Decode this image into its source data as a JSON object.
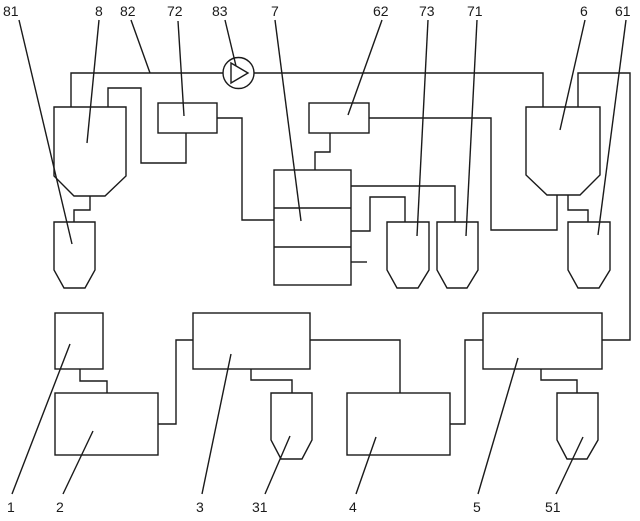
{
  "colors": {
    "line": "#1a1a1a",
    "background": "#ffffff"
  },
  "labels": {
    "l81": "81",
    "l8": "8",
    "l82": "82",
    "l72": "72",
    "l83": "83",
    "l7": "7",
    "l62": "62",
    "l73": "73",
    "l71": "71",
    "l6": "6",
    "l61": "61",
    "l1": "1",
    "l2": "2",
    "l3": "3",
    "l31": "31",
    "l4": "4",
    "l5": "5",
    "l51": "51"
  },
  "icons": {
    "pump": "pump-icon"
  }
}
